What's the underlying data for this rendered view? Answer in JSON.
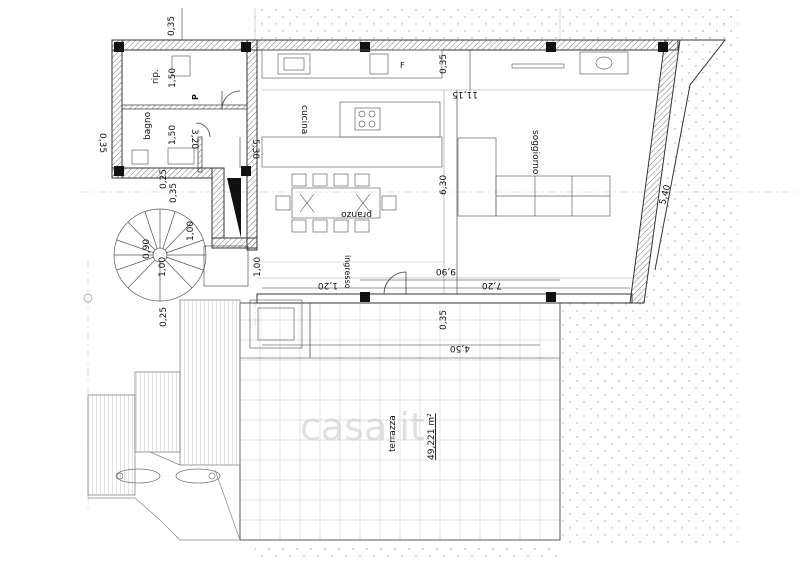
{
  "rooms": {
    "rip": "rip.",
    "bagno": "bagno",
    "cucina": "cucina",
    "soggiorno": "soggiorno",
    "pranzo": "pranzo",
    "ingresso": "ingresso",
    "terrazza": "terrazza",
    "terrazza_area": "49,221 m²"
  },
  "symbols": {
    "p_mark": "P",
    "f_mark": "F"
  },
  "dimensions": {
    "top_wall": "0,35",
    "kitchen_wall": "0,35",
    "length_total": "11,15",
    "left_wall": "0,35",
    "rip_width": "1,50",
    "bagno_width": "1,50",
    "bagno_length": "3,20",
    "interior_depth": "5,30",
    "wall_a": "0,25",
    "wall_b": "0,35",
    "stair_a": "1,00",
    "stair_b": "0,90",
    "stair_c": "1,00",
    "bottom_left_wall": "0,25",
    "landing_gap": "1,00",
    "ingresso_width": "1,20",
    "inner_length": "9,90",
    "soggiorno_length": "7,20",
    "living_depth": "6,30",
    "right_diagonal": "5,40",
    "front_wall": "0,35",
    "terrace_width": "4,50"
  },
  "watermark": "casa.it"
}
